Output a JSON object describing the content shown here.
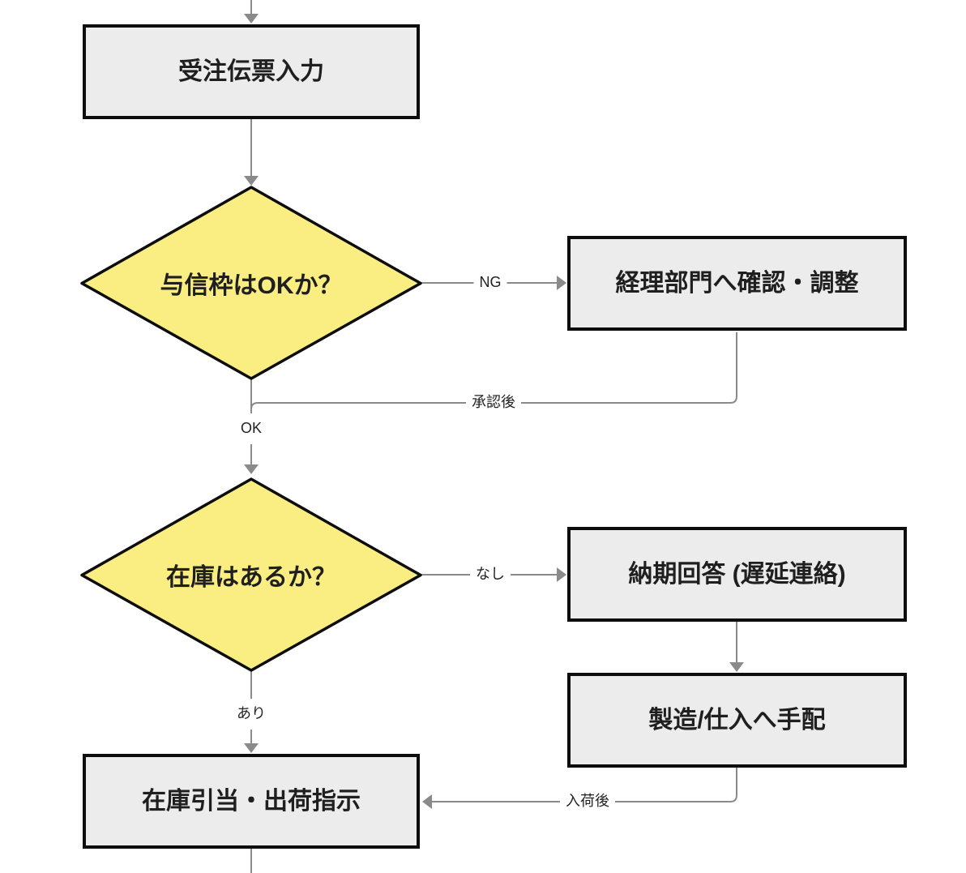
{
  "nodes": {
    "order_entry": {
      "label": "受注伝票入力",
      "type": "process"
    },
    "credit_check": {
      "label": "与信枠はOKか？",
      "type": "decision"
    },
    "accounting": {
      "label": "経理部門へ確認・調整",
      "type": "process"
    },
    "stock_check": {
      "label": "在庫はあるか？",
      "type": "decision"
    },
    "delivery_reply": {
      "label": "納期回答 (遅延連絡)",
      "type": "process"
    },
    "procurement": {
      "label": "製造/仕入へ手配",
      "type": "process"
    },
    "allocation": {
      "label": "在庫引当・出荷指示",
      "type": "process"
    }
  },
  "edge_labels": {
    "ng": "NG",
    "approved": "承認後",
    "ok": "OK",
    "no_stock": "なし",
    "in_stock": "あり",
    "after_arrival": "入荷後"
  },
  "colors": {
    "decision-fill": "#FAED82",
    "process-fill": "#ECECEC",
    "node-border": "#0D0D0D",
    "edge-line": "#8A8A8A",
    "label-text": "#1F1F1F"
  }
}
